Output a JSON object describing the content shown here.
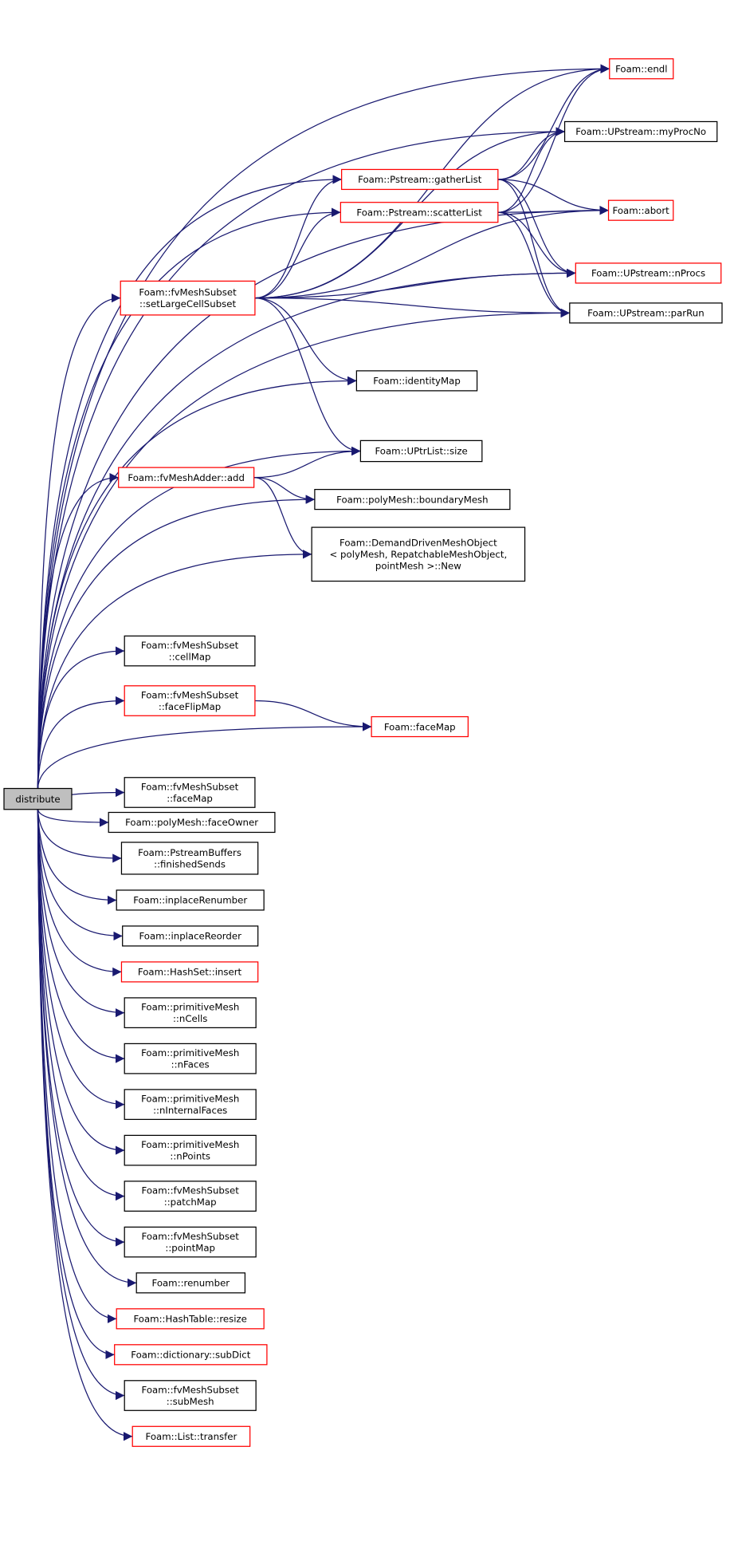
{
  "colors": {
    "edge": "#191970",
    "linked_border": "#ff0000",
    "plain_border": "#000000",
    "root_fill": "#bfbfbf",
    "node_fill": "#ffffff"
  },
  "nodes": [
    {
      "id": "distribute",
      "lines": [
        "distribute"
      ],
      "style": "root"
    },
    {
      "id": "endl",
      "lines": [
        "Foam::endl"
      ],
      "style": "red"
    },
    {
      "id": "myProcNo",
      "lines": [
        "Foam::UPstream::myProcNo"
      ],
      "style": "plain"
    },
    {
      "id": "gatherList",
      "lines": [
        "Foam::Pstream::gatherList"
      ],
      "style": "red"
    },
    {
      "id": "scatterList",
      "lines": [
        "Foam::Pstream::scatterList"
      ],
      "style": "red"
    },
    {
      "id": "abort",
      "lines": [
        "Foam::abort"
      ],
      "style": "red"
    },
    {
      "id": "nProcs",
      "lines": [
        "Foam::UPstream::nProcs"
      ],
      "style": "red"
    },
    {
      "id": "parRun",
      "lines": [
        "Foam::UPstream::parRun"
      ],
      "style": "plain"
    },
    {
      "id": "setLargeCellSubset",
      "lines": [
        "Foam::fvMeshSubset",
        "::setLargeCellSubset"
      ],
      "style": "red"
    },
    {
      "id": "identityMap",
      "lines": [
        "Foam::identityMap"
      ],
      "style": "plain"
    },
    {
      "id": "size",
      "lines": [
        "Foam::UPtrList::size"
      ],
      "style": "plain"
    },
    {
      "id": "add",
      "lines": [
        "Foam::fvMeshAdder::add"
      ],
      "style": "red"
    },
    {
      "id": "boundaryMesh",
      "lines": [
        "Foam::polyMesh::boundaryMesh"
      ],
      "style": "plain"
    },
    {
      "id": "New",
      "lines": [
        "Foam::DemandDrivenMeshObject",
        "< polyMesh, RepatchableMeshObject,",
        "pointMesh >::New"
      ],
      "style": "plain"
    },
    {
      "id": "cellMap",
      "lines": [
        "Foam::fvMeshSubset",
        "::cellMap"
      ],
      "style": "plain"
    },
    {
      "id": "faceFlipMap",
      "lines": [
        "Foam::fvMeshSubset",
        "::faceFlipMap"
      ],
      "style": "red"
    },
    {
      "id": "faceMap",
      "lines": [
        "Foam::faceMap"
      ],
      "style": "red"
    },
    {
      "id": "subsetFaceMap",
      "lines": [
        "Foam::fvMeshSubset",
        "::faceMap"
      ],
      "style": "plain"
    },
    {
      "id": "faceOwner",
      "lines": [
        "Foam::polyMesh::faceOwner"
      ],
      "style": "plain"
    },
    {
      "id": "finishedSends",
      "lines": [
        "Foam::PstreamBuffers",
        "::finishedSends"
      ],
      "style": "plain"
    },
    {
      "id": "inplaceRenumber",
      "lines": [
        "Foam::inplaceRenumber"
      ],
      "style": "plain"
    },
    {
      "id": "inplaceReorder",
      "lines": [
        "Foam::inplaceReorder"
      ],
      "style": "plain"
    },
    {
      "id": "insert",
      "lines": [
        "Foam::HashSet::insert"
      ],
      "style": "red"
    },
    {
      "id": "nCells",
      "lines": [
        "Foam::primitiveMesh",
        "::nCells"
      ],
      "style": "plain"
    },
    {
      "id": "nFaces",
      "lines": [
        "Foam::primitiveMesh",
        "::nFaces"
      ],
      "style": "plain"
    },
    {
      "id": "nInternalFaces",
      "lines": [
        "Foam::primitiveMesh",
        "::nInternalFaces"
      ],
      "style": "plain"
    },
    {
      "id": "nPoints",
      "lines": [
        "Foam::primitiveMesh",
        "::nPoints"
      ],
      "style": "plain"
    },
    {
      "id": "patchMap",
      "lines": [
        "Foam::fvMeshSubset",
        "::patchMap"
      ],
      "style": "plain"
    },
    {
      "id": "pointMap",
      "lines": [
        "Foam::fvMeshSubset",
        "::pointMap"
      ],
      "style": "plain"
    },
    {
      "id": "renumber",
      "lines": [
        "Foam::renumber"
      ],
      "style": "plain"
    },
    {
      "id": "resize",
      "lines": [
        "Foam::HashTable::resize"
      ],
      "style": "red"
    },
    {
      "id": "subDict",
      "lines": [
        "Foam::dictionary::subDict"
      ],
      "style": "red"
    },
    {
      "id": "subMesh",
      "lines": [
        "Foam::fvMeshSubset",
        "::subMesh"
      ],
      "style": "plain"
    },
    {
      "id": "transfer",
      "lines": [
        "Foam::List::transfer"
      ],
      "style": "red"
    }
  ],
  "edges": [
    [
      "distribute",
      "endl"
    ],
    [
      "distribute",
      "myProcNo"
    ],
    [
      "distribute",
      "gatherList"
    ],
    [
      "distribute",
      "scatterList"
    ],
    [
      "distribute",
      "abort"
    ],
    [
      "distribute",
      "setLargeCellSubset"
    ],
    [
      "distribute",
      "identityMap"
    ],
    [
      "distribute",
      "nProcs"
    ],
    [
      "distribute",
      "size"
    ],
    [
      "distribute",
      "add"
    ],
    [
      "distribute",
      "boundaryMesh"
    ],
    [
      "distribute",
      "New"
    ],
    [
      "distribute",
      "parRun"
    ],
    [
      "distribute",
      "cellMap"
    ],
    [
      "distribute",
      "faceFlipMap"
    ],
    [
      "distribute",
      "faceMap"
    ],
    [
      "distribute",
      "subsetFaceMap"
    ],
    [
      "distribute",
      "faceOwner"
    ],
    [
      "distribute",
      "finishedSends"
    ],
    [
      "distribute",
      "inplaceRenumber"
    ],
    [
      "distribute",
      "inplaceReorder"
    ],
    [
      "distribute",
      "insert"
    ],
    [
      "distribute",
      "nCells"
    ],
    [
      "distribute",
      "nFaces"
    ],
    [
      "distribute",
      "nInternalFaces"
    ],
    [
      "distribute",
      "nPoints"
    ],
    [
      "distribute",
      "patchMap"
    ],
    [
      "distribute",
      "pointMap"
    ],
    [
      "distribute",
      "renumber"
    ],
    [
      "distribute",
      "resize"
    ],
    [
      "distribute",
      "subDict"
    ],
    [
      "distribute",
      "subMesh"
    ],
    [
      "distribute",
      "transfer"
    ],
    [
      "setLargeCellSubset",
      "endl"
    ],
    [
      "setLargeCellSubset",
      "myProcNo"
    ],
    [
      "setLargeCellSubset",
      "gatherList"
    ],
    [
      "setLargeCellSubset",
      "scatterList"
    ],
    [
      "setLargeCellSubset",
      "abort"
    ],
    [
      "setLargeCellSubset",
      "nProcs"
    ],
    [
      "setLargeCellSubset",
      "parRun"
    ],
    [
      "setLargeCellSubset",
      "identityMap"
    ],
    [
      "setLargeCellSubset",
      "size"
    ],
    [
      "gatherList",
      "endl"
    ],
    [
      "gatherList",
      "myProcNo"
    ],
    [
      "gatherList",
      "abort"
    ],
    [
      "gatherList",
      "nProcs"
    ],
    [
      "gatherList",
      "parRun"
    ],
    [
      "scatterList",
      "endl"
    ],
    [
      "scatterList",
      "myProcNo"
    ],
    [
      "scatterList",
      "abort"
    ],
    [
      "scatterList",
      "nProcs"
    ],
    [
      "scatterList",
      "parRun"
    ],
    [
      "add",
      "size"
    ],
    [
      "add",
      "boundaryMesh"
    ],
    [
      "add",
      "New"
    ],
    [
      "faceFlipMap",
      "faceMap"
    ]
  ]
}
